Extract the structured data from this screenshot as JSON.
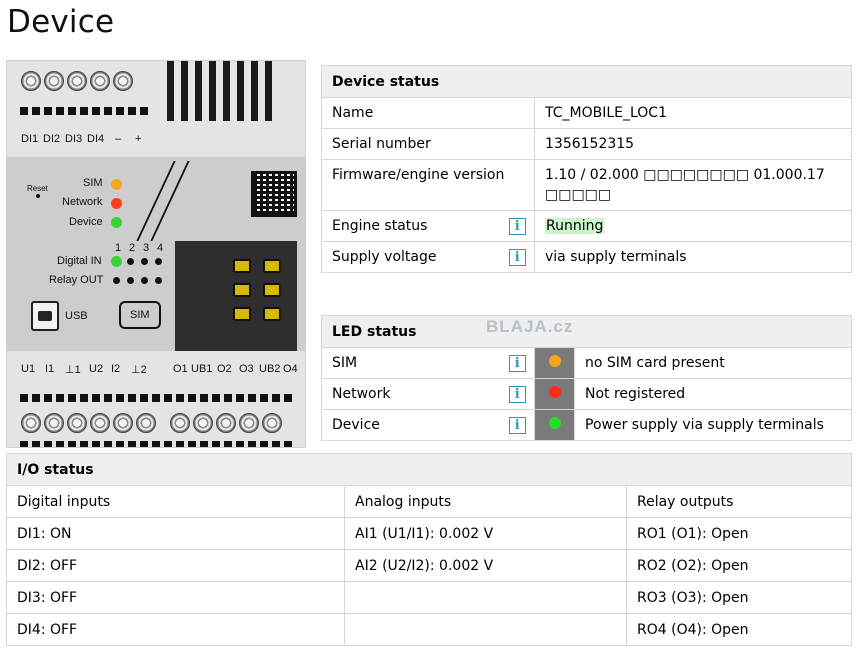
{
  "page": {
    "title": "Device"
  },
  "device_picture": {
    "top_labels": [
      "DI1",
      "DI2",
      "DI3",
      "DI4",
      "–",
      "+"
    ],
    "reset_label": "Reset",
    "led_labels": [
      "SIM",
      "Network",
      "Device"
    ],
    "digital_in_label": "Digital IN",
    "relay_out_label": "Relay OUT",
    "channel_numbers": [
      "1",
      "2",
      "3",
      "4"
    ],
    "usb_label": "USB",
    "sim_label": "SIM",
    "bottom_labels": [
      "U1",
      "I1",
      "⊥1",
      "U2",
      "I2",
      "⊥2",
      "O1",
      "UB1",
      "O2",
      "O3",
      "UB2",
      "O4"
    ],
    "led_colors": {
      "sim": "#f5a623",
      "network": "#ff3b1a",
      "device": "#33d433",
      "di1": "#33d433"
    }
  },
  "device_status": {
    "heading": "Device status",
    "rows": [
      {
        "label": "Name",
        "value": "TC_MOBILE_LOC1"
      },
      {
        "label": "Serial number",
        "value": "1356152315"
      },
      {
        "label": "Firmware/engine version",
        "value": "1.10 / 02.000 □□□□□□□□ 01.000.17 □□□□□"
      },
      {
        "label": "Engine status",
        "value": "Running"
      },
      {
        "label": "Supply voltage",
        "value": "via supply terminals"
      }
    ],
    "info_icon_glyph": "i"
  },
  "watermark": "BLAJA.cz",
  "led_status": {
    "heading": "LED status",
    "rows": [
      {
        "label": "SIM",
        "text": "no SIM card present",
        "color": "#f5a623"
      },
      {
        "label": "Network",
        "text": "Not registered",
        "color": "#ff2a1a"
      },
      {
        "label": "Device",
        "text": "Power supply via supply terminals",
        "color": "#22e022"
      }
    ]
  },
  "io_status": {
    "heading": "I/O status",
    "columns": [
      "Digital inputs",
      "Analog inputs",
      "Relay outputs"
    ],
    "rows": [
      [
        "DI1: ON",
        "AI1 (U1/I1): 0.002 V",
        "RO1 (O1): Open"
      ],
      [
        "DI2: OFF",
        "AI2 (U2/I2): 0.002 V",
        "RO2 (O2): Open"
      ],
      [
        "DI3: OFF",
        "",
        "RO3 (O3): Open"
      ],
      [
        "DI4: OFF",
        "",
        "RO4 (O4): Open"
      ]
    ]
  }
}
